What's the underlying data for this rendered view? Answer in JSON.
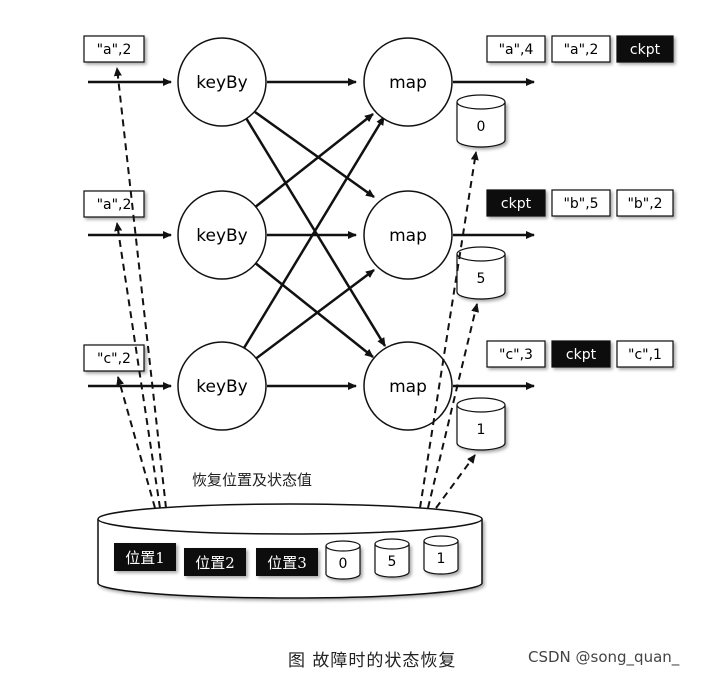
{
  "inputs": [
    "\"a\",2",
    "\"a\",2",
    "\"c\",2"
  ],
  "operators": {
    "keyby": "keyBy",
    "map": "map"
  },
  "outputs": [
    [
      "\"a\",4",
      "\"a\",2",
      "ckpt"
    ],
    [
      "ckpt",
      "\"b\",5",
      "\"b\",2"
    ],
    [
      "\"c\",3",
      "ckpt",
      "\"c\",1"
    ]
  ],
  "states": [
    "0",
    "5",
    "1"
  ],
  "restore_label": "恢复位置及状态值",
  "storage": {
    "positions": [
      "位置1",
      "位置2",
      "位置3"
    ],
    "state_values": [
      "0",
      "5",
      "1"
    ]
  },
  "caption": "图  故障时的状态恢复",
  "watermark": "CSDN @song_quan_",
  "colors": {
    "ink": "#111111",
    "dark_box": "#0a0a0a",
    "light_box": "#ffffff"
  }
}
